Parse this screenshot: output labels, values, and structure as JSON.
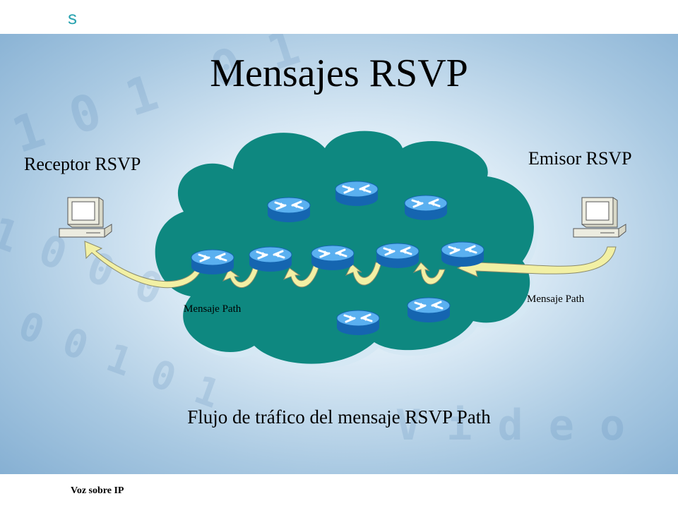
{
  "header": {
    "logo_text": "s"
  },
  "slide": {
    "title": "Mensajes RSVP",
    "receiver_label": "Receptor RSVP",
    "sender_label": "Emisor RSVP",
    "path_msg_inside": "Mensaje Path",
    "path_msg_outside": "Mensaje Path",
    "caption": "Flujo de tráfico del mensaje RSVP Path"
  },
  "footer": {
    "text": "Voz sobre IP"
  },
  "colors": {
    "cloud": "#0e8880",
    "router": "#1e88d6",
    "arrow": "#f2f0a4",
    "logo": "#2aa3b0"
  },
  "icons": [
    "router-icon",
    "computer-icon",
    "curved-arrow-icon"
  ]
}
